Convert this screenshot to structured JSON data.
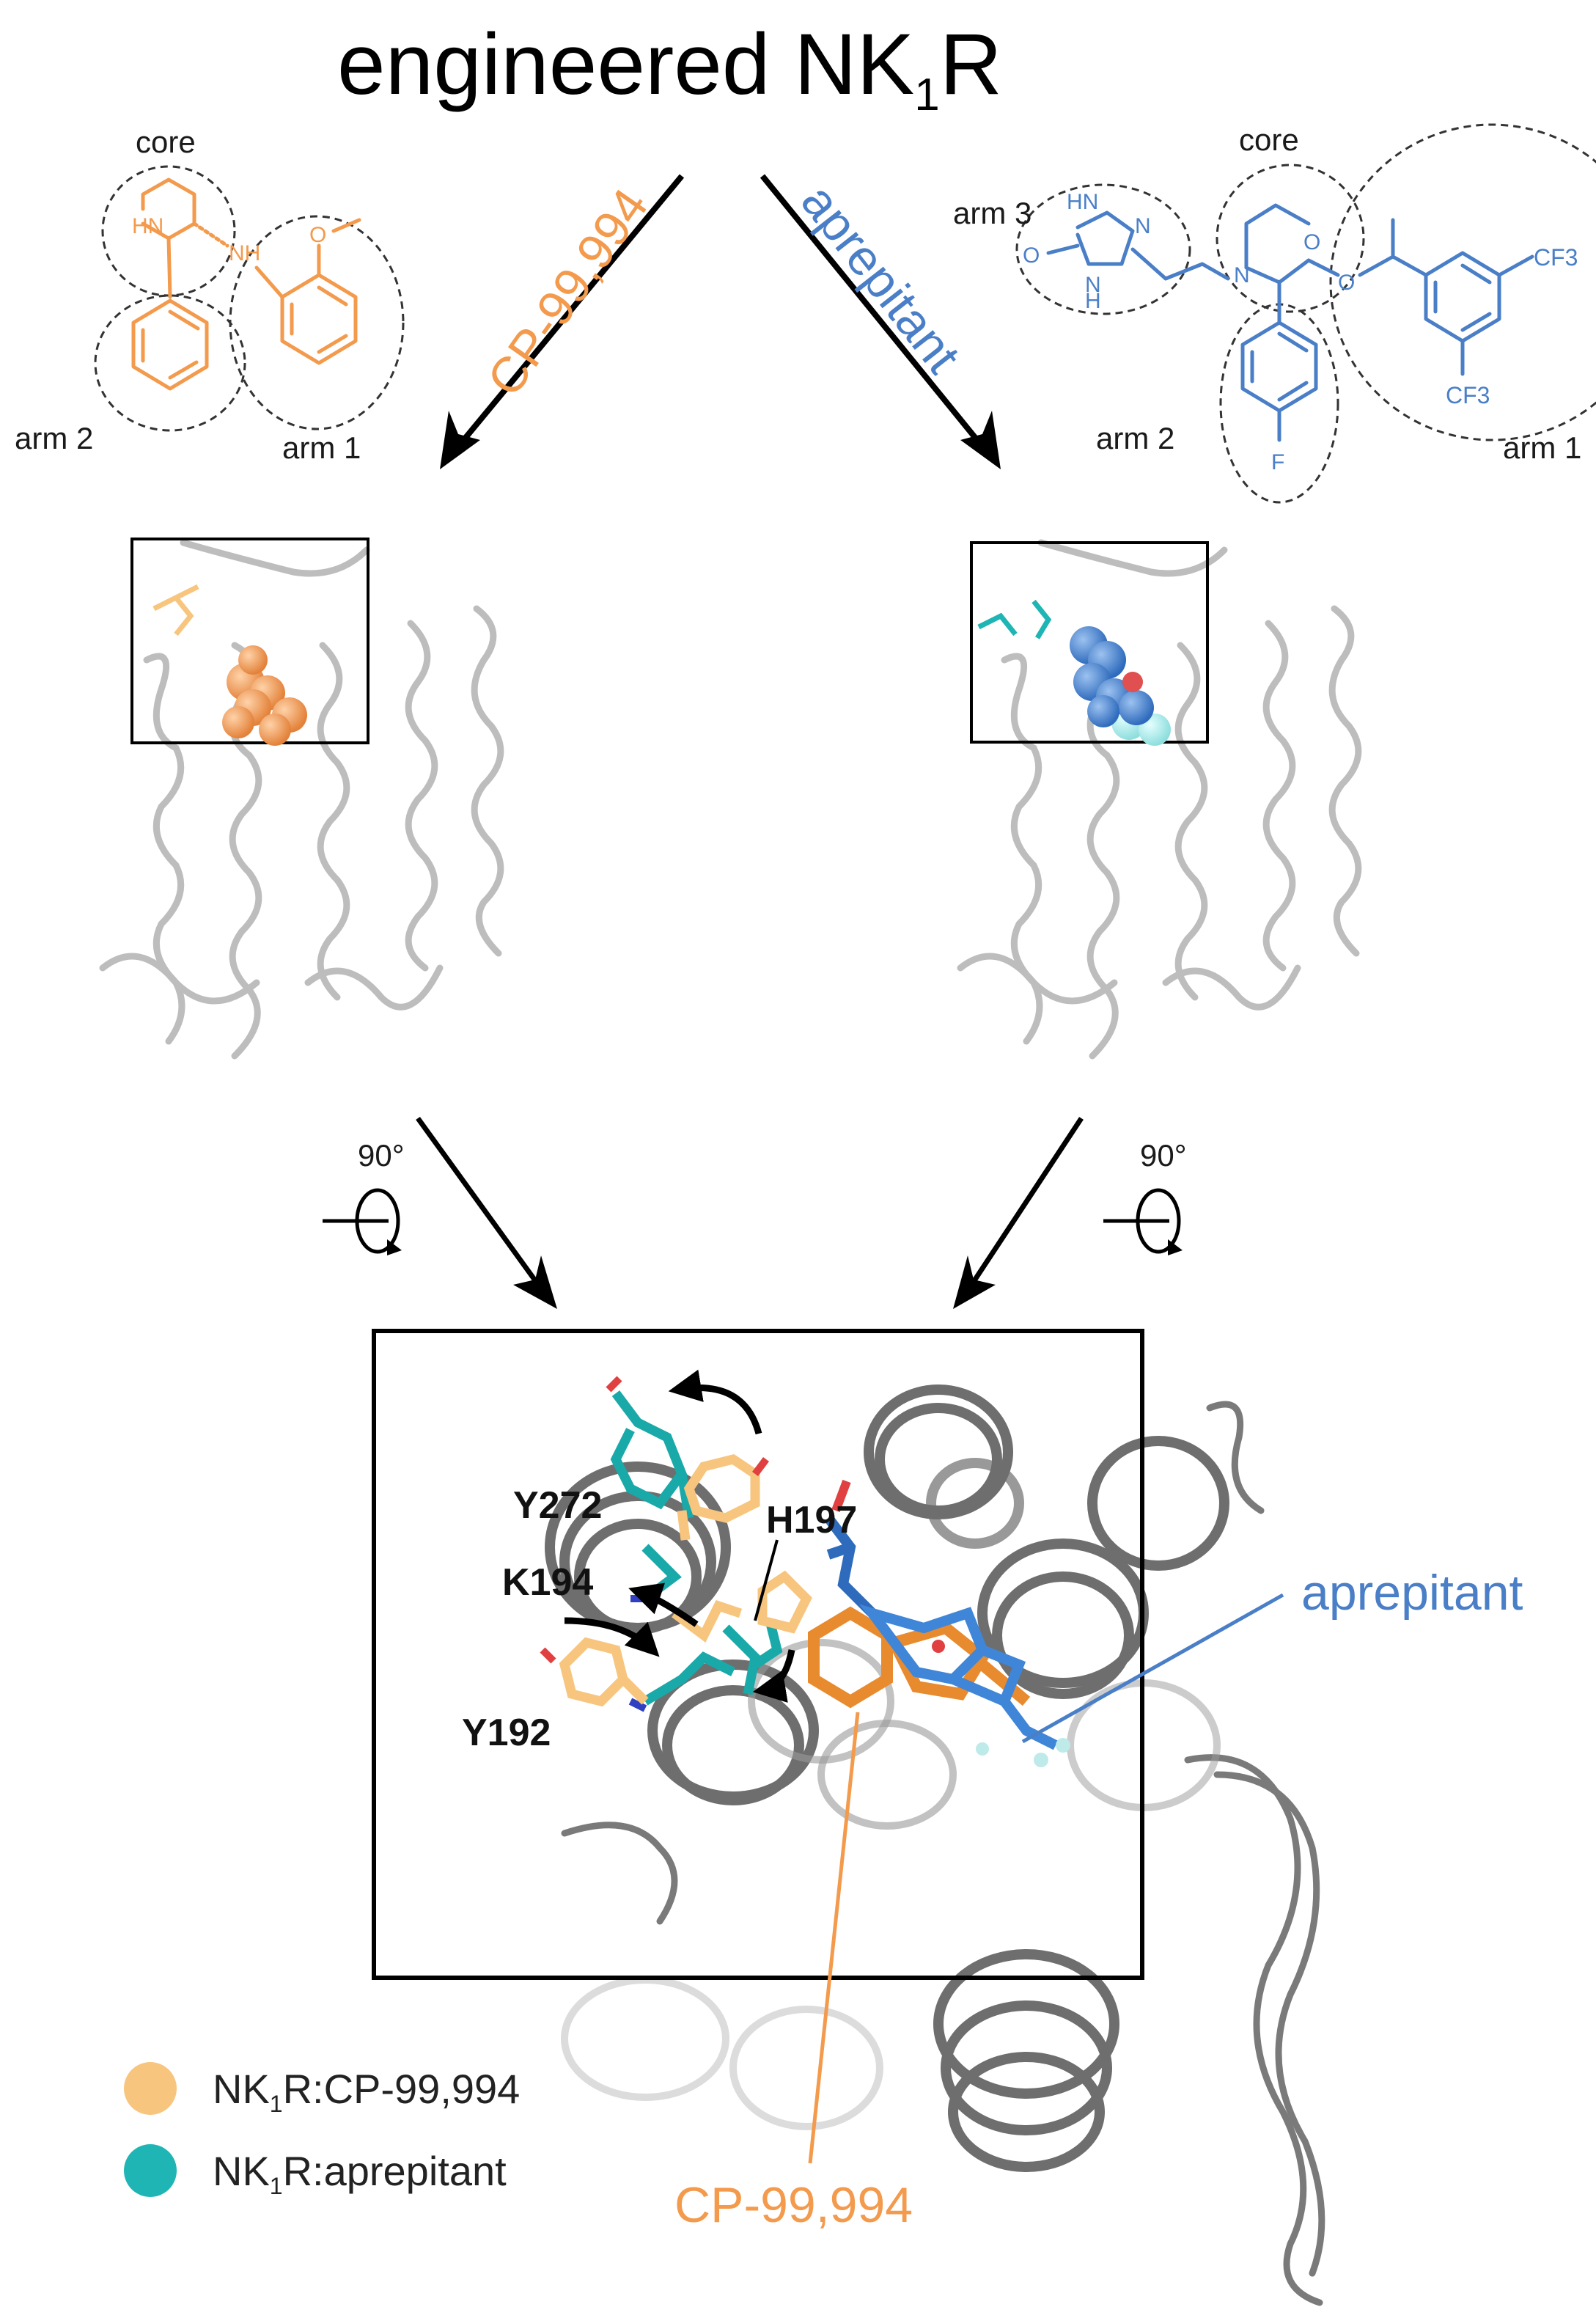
{
  "title": {
    "main": "engineered NK",
    "subscript": "1",
    "suffix": "R"
  },
  "arrows": {
    "left_label": "CP-99,994",
    "right_label": "aprepitant",
    "left_color": "#F39A4C",
    "right_color": "#4A7FC7"
  },
  "cp99994_structure": {
    "region_labels": {
      "core": "core",
      "arm1": "arm 1",
      "arm2": "arm 2"
    },
    "atoms": {
      "hn": "HN",
      "nh": "NH",
      "o": "O"
    },
    "color": "#F39A4C"
  },
  "aprepitant_structure": {
    "region_labels": {
      "core": "core",
      "arm1": "arm 1",
      "arm2": "arm 2",
      "arm3": "arm 3"
    },
    "atoms": {
      "hn": "HN",
      "n_triazole": "N",
      "o_carbonyl": "O",
      "nh": "H",
      "n_h": "N",
      "n_morph": "N",
      "o_morph": "O",
      "o_ether": "O",
      "f": "F",
      "cf3_top": "CF3",
      "cf3_bottom": "CF3"
    },
    "color": "#4A7FC7"
  },
  "rotation": {
    "left_label": "90°",
    "right_label": "90°"
  },
  "residues": {
    "y272": "Y272",
    "h197": "H197",
    "k194": "K194",
    "y192": "Y192"
  },
  "ligand_labels": {
    "aprepitant": "aprepitant",
    "cp99994": "CP-99,994"
  },
  "legend": [
    {
      "prefix": "NK",
      "subscript": "1",
      "suffix": "R:CP-99,994",
      "color": "#F7C57E"
    },
    {
      "prefix": "NK",
      "subscript": "1",
      "suffix": "R:aprepitant",
      "color": "#1FB5B5"
    }
  ]
}
